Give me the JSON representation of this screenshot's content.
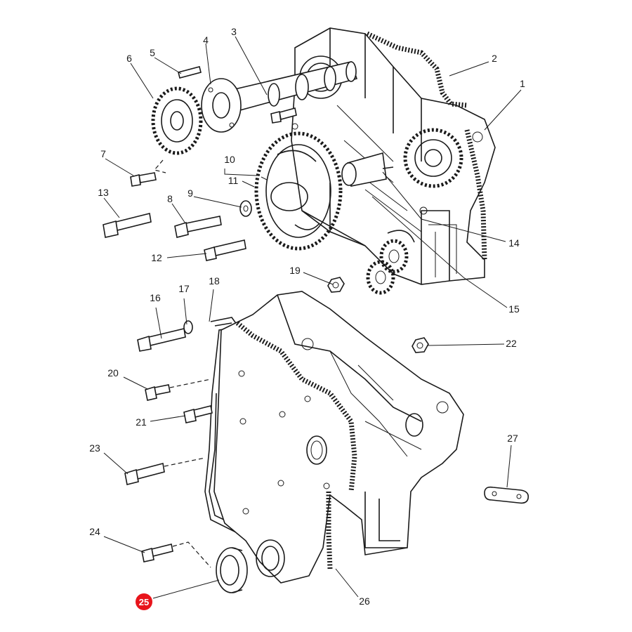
{
  "diagram": {
    "callouts": [
      {
        "id": "c1",
        "label": "1"
      },
      {
        "id": "c2",
        "label": "2"
      },
      {
        "id": "c3",
        "label": "3"
      },
      {
        "id": "c4",
        "label": "4"
      },
      {
        "id": "c5",
        "label": "5"
      },
      {
        "id": "c6",
        "label": "6"
      },
      {
        "id": "c7",
        "label": "7"
      },
      {
        "id": "c8",
        "label": "8"
      },
      {
        "id": "c9",
        "label": "9"
      },
      {
        "id": "c10",
        "label": "10"
      },
      {
        "id": "c11",
        "label": "11"
      },
      {
        "id": "c12",
        "label": "12"
      },
      {
        "id": "c13",
        "label": "13"
      },
      {
        "id": "c14",
        "label": "14"
      },
      {
        "id": "c15",
        "label": "15"
      },
      {
        "id": "c16",
        "label": "16"
      },
      {
        "id": "c17",
        "label": "17"
      },
      {
        "id": "c18",
        "label": "18"
      },
      {
        "id": "c19",
        "label": "19"
      },
      {
        "id": "c20",
        "label": "20"
      },
      {
        "id": "c21",
        "label": "21"
      },
      {
        "id": "c22",
        "label": "22"
      },
      {
        "id": "c23",
        "label": "23"
      },
      {
        "id": "c24",
        "label": "24"
      },
      {
        "id": "c25",
        "label": "25"
      },
      {
        "id": "c26",
        "label": "26"
      },
      {
        "id": "c27",
        "label": "27"
      }
    ],
    "highlighted_callout": "25",
    "highlight_color": "#e8141b",
    "line_color": "#1a1a1a",
    "background_color": "#ffffff"
  }
}
